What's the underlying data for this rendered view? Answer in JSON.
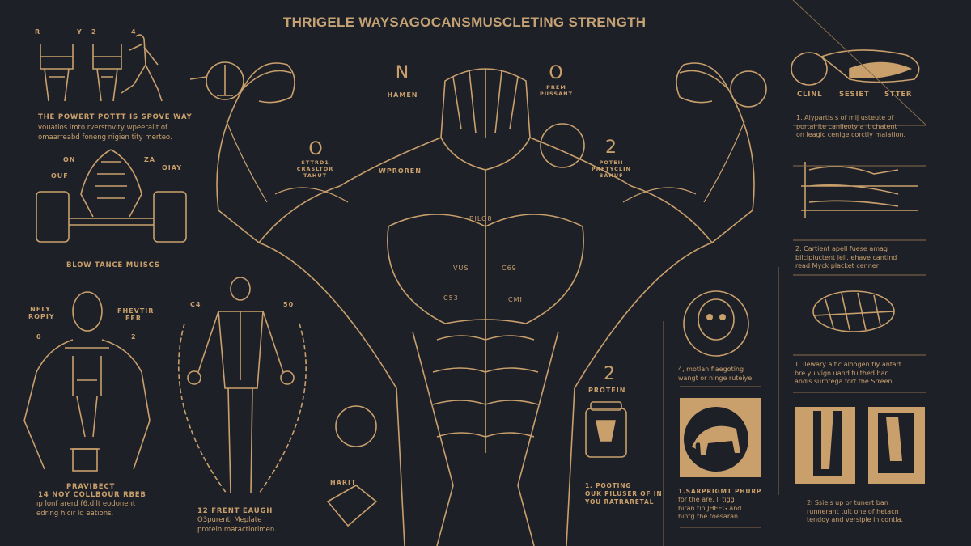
{
  "title": "THRIGELE WAYSAGOCANSMUSCLETING STRENGTH",
  "colors": {
    "background": "#1e2028",
    "accent": "#c9a06c"
  },
  "top_left": {
    "marks": [
      "R",
      "Y",
      "2",
      "4"
    ],
    "heading": "THE POWERT POTTT IS SPOVE WAY",
    "body": [
      "vouatios imto rverstnvity wpeeralit of",
      "omaarreabd foneng nigien tity merteo."
    ]
  },
  "barbell_panel": {
    "labels": [
      "ON",
      "ZA",
      "OUF",
      "OIAY"
    ],
    "caption": "BLOW TANCE MUISCS"
  },
  "squat_panel": {
    "labels": [
      "NFLY ROPIY",
      "FHEVTIR FER",
      "0",
      "2"
    ],
    "heading": "PRAVIBECT",
    "subheading": "14 NOY COLLBOUR RBEB",
    "body": [
      "ıp lonf arerd (6.dilt eodonent",
      "edring hlcir ld eations."
    ]
  },
  "standing_panel": {
    "labels": [
      "C4",
      "50"
    ],
    "heading": "12 FRENT EAUGH",
    "body": [
      "O3purentj Meplate",
      "protein matactlorimen."
    ]
  },
  "center": {
    "callouts": [
      {
        "number": "N",
        "label": "HAMEN"
      },
      {
        "number": "O",
        "label": "PREM PUSSANT"
      },
      {
        "number": "O",
        "label": "STTRD1 CRASLTOR TAHUT"
      },
      {
        "number": "2",
        "label": "POTEII PRETYCLIN BAHUF"
      },
      {
        "number": "",
        "label": "WPROREN"
      }
    ],
    "muscle_labels": [
      "BILO8",
      "VUS",
      "C69",
      "C53",
      "CMI"
    ],
    "badge_text": "HARIT"
  },
  "protein": {
    "number": "2",
    "label": "PROTEIN",
    "body": [
      "1. POOTING",
      "OUK PILUSER OF IN",
      "YOU RATRARETAL"
    ]
  },
  "right_column": {
    "tabs": [
      "CLINL",
      "SESIET",
      "STTER"
    ],
    "note1": [
      "1.  Alypartis s of mij usteute of",
      "portairite canlieoty a it chatent",
      "on leagic cenige corctly malation."
    ],
    "note2": [
      "2. Cartient apell fuese amag",
      "bilcipiuctent lell. ehave cantind",
      "read Myck placket cenner"
    ],
    "note3": [
      "1. llewary alfic aloogen tly anfart",
      "bre yu vign uand tulthed bar.....",
      "andis surntega fort the Srreen."
    ],
    "note4": [
      "2l Ssiels up or tunert ban",
      "runnerant tult one of hetacn",
      "tendoy and versiple in contla."
    ]
  },
  "mid_column": {
    "skull_caption": [
      "4, motlan fiaegoting",
      "wangt or ninge ruteiye."
    ],
    "animal_heading": "1.SARPRIGMT PHURP",
    "animal_body": [
      "for the are. ll tigg",
      "biran tın.JHEEG and",
      "hintg the toesaran."
    ]
  }
}
